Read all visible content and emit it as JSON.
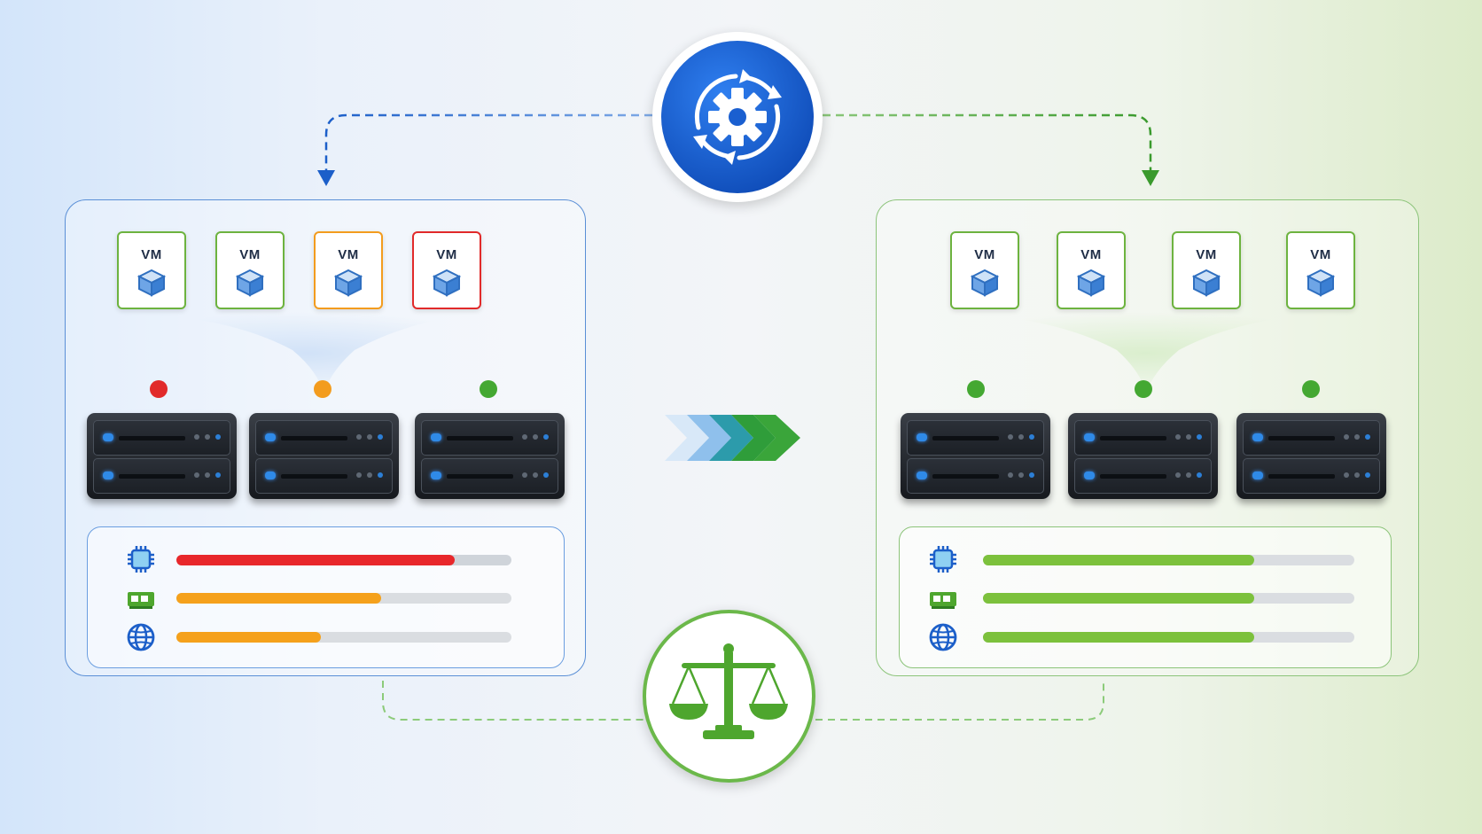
{
  "colors": {
    "blue_accent": "#1a5fd0",
    "green_accent": "#4ea62e",
    "red_status": "#e12a2a",
    "orange_status": "#f39c1e",
    "green_status": "#44a832",
    "bar_green": "#7cc13c"
  },
  "icons": {
    "top_hub": "gear-cycle-icon",
    "bottom_hub": "balance-scale-icon",
    "transition": "chevron-arrows-icon",
    "vm": "cube-icon",
    "cpu": "cpu-chip-icon",
    "memory": "memory-module-icon",
    "network": "globe-icon"
  },
  "before": {
    "vms": [
      {
        "label": "VM",
        "status": "ok"
      },
      {
        "label": "VM",
        "status": "ok"
      },
      {
        "label": "VM",
        "status": "warning"
      },
      {
        "label": "VM",
        "status": "critical"
      }
    ],
    "server_status": [
      "critical",
      "warning",
      "ok"
    ],
    "metrics": [
      {
        "icon": "cpu-chip-icon",
        "level": 0.83,
        "status": "critical"
      },
      {
        "icon": "memory-module-icon",
        "level": 0.61,
        "status": "warning"
      },
      {
        "icon": "globe-icon",
        "level": 0.43,
        "status": "warning"
      }
    ]
  },
  "after": {
    "vms": [
      {
        "label": "VM",
        "status": "ok"
      },
      {
        "label": "VM",
        "status": "ok"
      },
      {
        "label": "VM",
        "status": "ok"
      },
      {
        "label": "VM",
        "status": "ok"
      }
    ],
    "server_status": [
      "ok",
      "ok",
      "ok"
    ],
    "metrics": [
      {
        "icon": "cpu-chip-icon",
        "level": 0.73,
        "status": "ok"
      },
      {
        "icon": "memory-module-icon",
        "level": 0.73,
        "status": "ok"
      },
      {
        "icon": "globe-icon",
        "level": 0.73,
        "status": "ok"
      }
    ]
  }
}
